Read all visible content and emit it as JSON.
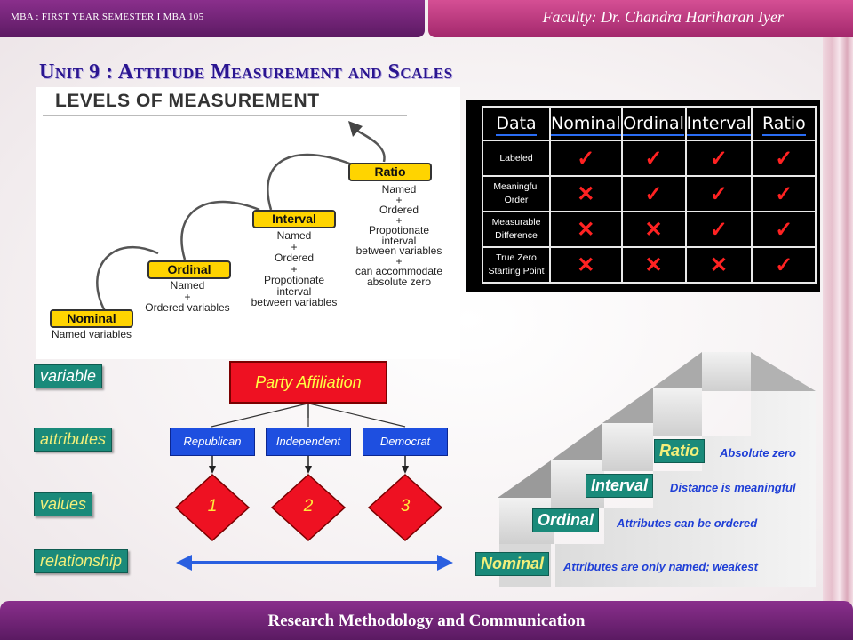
{
  "header": {
    "left_text": "MBA : FIRST YEAR SEMESTER I MBA 105",
    "right_text": "Faculty: Dr. Chandra Hariharan Iyer"
  },
  "title": "Unit 9 : Attitude Measurement and Scales",
  "levels_figure": {
    "title": "LEVELS OF MEASUREMENT",
    "levels": [
      {
        "name": "Nominal",
        "desc": [
          "Named variables"
        ]
      },
      {
        "name": "Ordinal",
        "desc": [
          "Named",
          "+",
          "Ordered variables"
        ]
      },
      {
        "name": "Interval",
        "desc": [
          "Named",
          "+",
          "Ordered",
          "+",
          "Propotionate",
          "interval",
          "between variables"
        ]
      },
      {
        "name": "Ratio",
        "desc": [
          "Named",
          "+",
          "Ordered",
          "+",
          "Propotionate",
          "interval",
          "between variables",
          "+",
          "can accommodate",
          "absolute zero"
        ]
      }
    ]
  },
  "comparison_table": {
    "headers": [
      "Data",
      "Nominal",
      "Ordinal",
      "Interval",
      "Ratio"
    ],
    "rows": [
      {
        "label": [
          "Labeled"
        ],
        "marks": [
          "check",
          "check",
          "check",
          "check"
        ]
      },
      {
        "label": [
          "Meaningful",
          "Order"
        ],
        "marks": [
          "cross",
          "check",
          "check",
          "check"
        ]
      },
      {
        "label": [
          "Measurable",
          "Difference"
        ],
        "marks": [
          "cross",
          "cross",
          "check",
          "check"
        ]
      },
      {
        "label": [
          "True Zero",
          "Starting Point"
        ],
        "marks": [
          "cross",
          "cross",
          "cross",
          "check"
        ]
      }
    ]
  },
  "concept_labels": {
    "variable": "variable",
    "attributes": "attributes",
    "values": "values",
    "relationship": "relationship"
  },
  "party_diagram": {
    "variable": "Party Affiliation",
    "attributes": [
      "Republican",
      "Independent",
      "Democrat"
    ],
    "values": [
      "1",
      "2",
      "3"
    ]
  },
  "stairs": [
    {
      "name": "Nominal",
      "desc": "Attributes are only named; weakest"
    },
    {
      "name": "Ordinal",
      "desc": "Attributes can be ordered"
    },
    {
      "name": "Interval",
      "desc": "Distance is meaningful"
    },
    {
      "name": "Ratio",
      "desc": "Absolute zero"
    }
  ],
  "footer": {
    "text": "Research Methodology and Communication"
  },
  "colors": {
    "header_left": "#6e2276",
    "header_right": "#c23b83",
    "footer": "#731f79",
    "title": "#2a1590",
    "level_box": "#ffd400",
    "teal": "#1a8a7a",
    "party_red": "#ee1122",
    "attribute_blue": "#1e4fe0",
    "relationship_arrow": "#2a5fe0",
    "check_red": "#ff2222"
  }
}
